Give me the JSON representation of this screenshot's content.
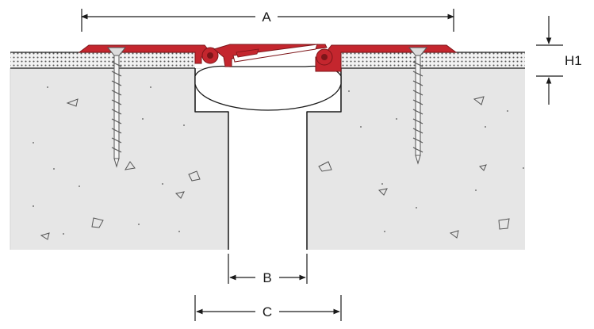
{
  "labels": {
    "A": "A",
    "B": "B",
    "C": "C",
    "H1": "H1"
  },
  "colors": {
    "profile": "#c4262e",
    "profile_dark": "#7d1519",
    "concrete": "#e6e6e6",
    "concrete_edge": "#b8b8b8",
    "screed_dots": "#5a5a5a",
    "line": "#1a1a1a",
    "gap": "#ffffff"
  }
}
